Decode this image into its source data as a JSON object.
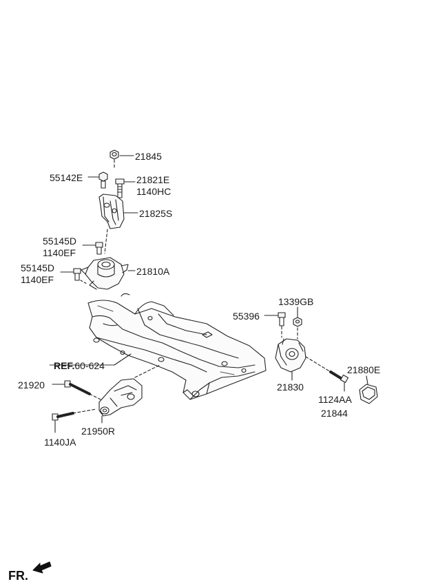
{
  "labels": {
    "l21845": "21845",
    "l55142E": "55142E",
    "l21821E": "21821E",
    "l1140HC": "1140HC",
    "l21825S": "21825S",
    "l55145D_a": "55145D",
    "l1140EF_a": "1140EF",
    "l55145D_b": "55145D",
    "l1140EF_b": "1140EF",
    "l21810A": "21810A",
    "l1339GB": "1339GB",
    "l55396": "55396",
    "l21830": "21830",
    "l21880E": "21880E",
    "l1124AA": "1124AA",
    "l21844": "21844",
    "l21920": "21920",
    "l21950R": "21950R",
    "l1140JA": "1140JA"
  },
  "reference": {
    "prefix": "REF.",
    "number": "60-624"
  },
  "direction": {
    "label": "FR."
  }
}
